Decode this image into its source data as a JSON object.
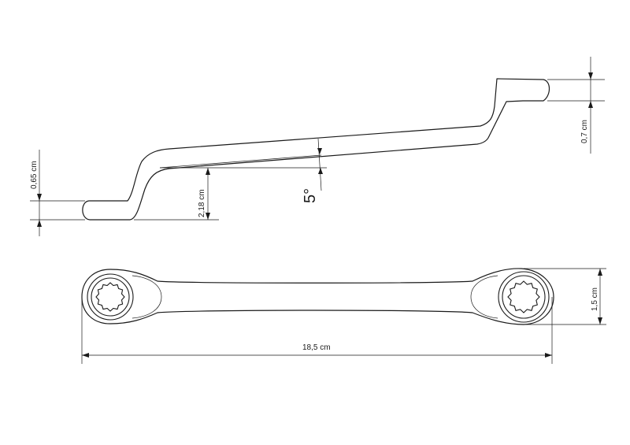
{
  "dimensions": {
    "top_offset_left": "0,65 cm",
    "top_offset_right": "0,7 cm",
    "drop_height": "2,18 cm",
    "angle": "5°",
    "head_width": "1,5 cm",
    "overall_length": "18,5 cm"
  },
  "colors": {
    "line": "#1a1a1a",
    "background": "#ffffff"
  }
}
